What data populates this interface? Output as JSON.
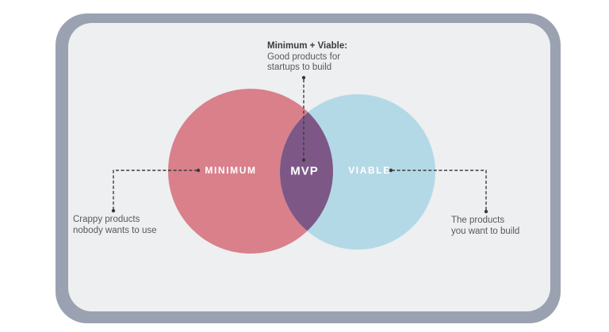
{
  "diagram": {
    "type": "venn",
    "circles": [
      {
        "id": "minimum",
        "label": "MINIMUM",
        "color": "#d9808b"
      },
      {
        "id": "viable",
        "label": "VIABLE",
        "color": "#b4d9e6"
      }
    ],
    "intersection": {
      "label": "MVP",
      "color": "#7d5887"
    },
    "annotations": {
      "top": {
        "title": "Minimum + Viable:",
        "lines": [
          "Good products for",
          "startups to build"
        ]
      },
      "left": {
        "lines": [
          "Crappy products",
          "nobody wants to use"
        ]
      },
      "right": {
        "lines": [
          "The products",
          "you want to build"
        ]
      }
    }
  },
  "colors": {
    "card_frame": "#9aa2b1",
    "card_panel": "#edeff0",
    "connector": "#3c3c3f",
    "label_text": "#ffffff",
    "annotation_text": "#58595c",
    "annotation_title": "#3b3b3e"
  }
}
